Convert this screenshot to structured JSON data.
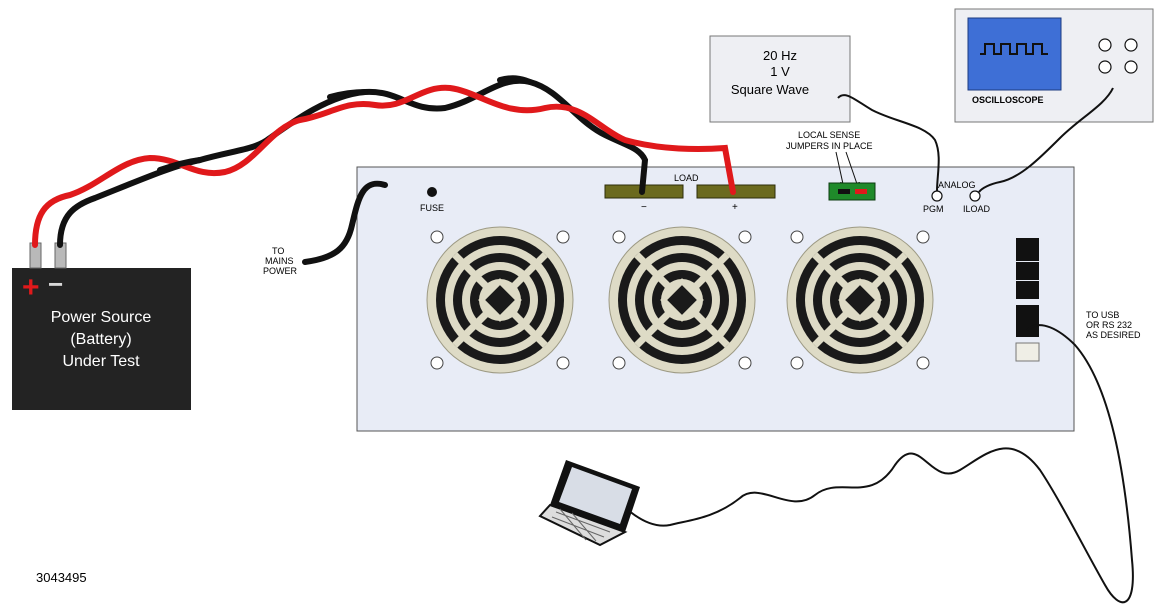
{
  "battery": {
    "plus_sign": "+",
    "minus_sign": "−",
    "label_line1": "Power Source",
    "label_line2": "(Battery)",
    "label_line3": "Under Test"
  },
  "mains": {
    "label_line1": "TO",
    "label_line2": "MAINS",
    "label_line3": "POWER"
  },
  "load_unit": {
    "fuse_label": "FUSE",
    "load_label": "LOAD",
    "load_minus": "−",
    "load_plus": "+",
    "sense_line1": "LOCAL SENSE",
    "sense_line2": "JUMPERS IN PLACE",
    "analog_label": "ANALOG",
    "pgm_label": "PGM",
    "iload_label": "ILOAD"
  },
  "generator": {
    "line1": "20 Hz",
    "line2": "1 V",
    "line3": "Square Wave"
  },
  "oscilloscope": {
    "label": "OSCILLOSCOPE"
  },
  "usb": {
    "line1": "TO USB",
    "line2": "OR RS 232",
    "line3": "AS DESIRED"
  },
  "figure_id": "3043495",
  "colors": {
    "wire_red": "#e0191b",
    "wire_black": "#111111",
    "panel_fill": "#e8ecf6",
    "fan_ring": "#dedbc6",
    "fan_dark": "#1a1a1a",
    "scope_screen": "#3e6fd6",
    "terminal": "#6b6a1e",
    "jumper_green": "#1f8a2a",
    "battery_body": "#232323"
  }
}
